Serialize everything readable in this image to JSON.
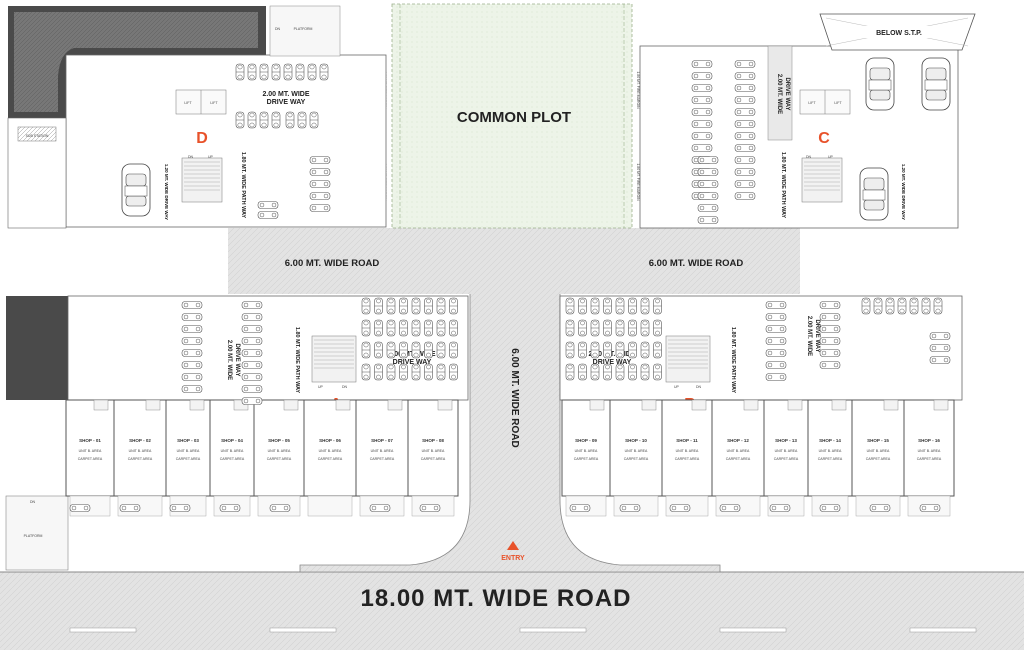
{
  "road_main": "18.00 MT. WIDE ROAD",
  "entry": "ENTRY",
  "road_left": "6.00 MT. WIDE ROAD",
  "road_right": "6.00 MT. WIDE ROAD",
  "road_center": "6.00 MT. WIDE ROAD",
  "common_plot": "COMMON PLOT",
  "fire_margin": "1.80 MT. FIRE MARGIN",
  "below_stp": "BELOW S.T.P.",
  "sub_station": "SUB STATION",
  "platform": "PLATFORM",
  "dn": "DN",
  "up": "UP",
  "lift": "LIFT",
  "blocks": {
    "a": "A",
    "b": "B",
    "c": "C",
    "d": "D"
  },
  "drive_way_line1": "2.00 MT. WIDE",
  "drive_way_line2": "DRIVE WAY",
  "path_way": "1.80 MT. WIDE PATH WAY",
  "drive_way_small": "1.20 MT. WIDE DRIVE WAY",
  "shop_area": "UNIT B. AREA",
  "carpet_area": "CARPET AREA",
  "shops_left": [
    "SHOP - 01",
    "SHOP - 02",
    "SHOP - 03",
    "SHOP - 04",
    "SHOP - 05",
    "SHOP - 06",
    "SHOP - 07",
    "SHOP - 08"
  ],
  "shops_right": [
    "SHOP - 09",
    "SHOP - 10",
    "SHOP - 11",
    "SHOP - 12",
    "SHOP - 13",
    "SHOP - 14",
    "SHOP - 15",
    "SHOP - 16"
  ],
  "colors": {
    "road": "#e6e6e6",
    "common": "#eaf2e4",
    "block_letter": "#e8522a",
    "ramp": "#444444"
  }
}
